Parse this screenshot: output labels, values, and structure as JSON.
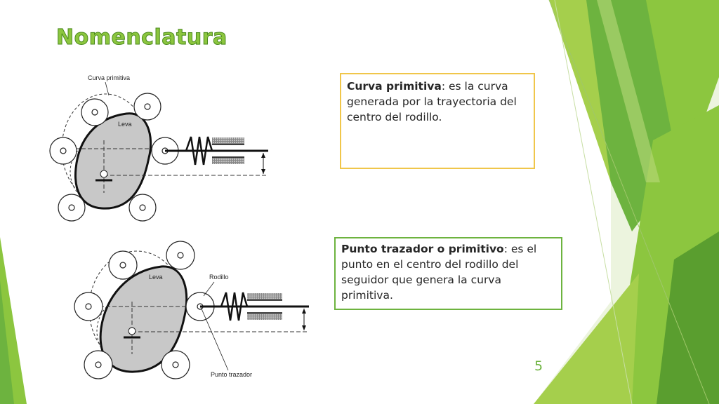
{
  "slide": {
    "title": "Nomenclatura",
    "page_number": "5"
  },
  "diagram_top": {
    "curve_label": "Curva primitiva",
    "cam_label": "Leva"
  },
  "diagram_bottom": {
    "cam_label": "Leva",
    "roller_label": "Rodillo",
    "trace_point_label": "Punto trazador"
  },
  "definitions": [
    {
      "term": "Curva primitiva",
      "text": ": es la curva generada por la trayectoria del centro del rodillo."
    },
    {
      "term": "Punto trazador o primitivo",
      "text": ": es el punto en el centro del rodillo del seguidor que genera la curva primitiva."
    }
  ],
  "colors": {
    "title_green": "#8cc63f",
    "box1_border": "#f0c64a",
    "box2_border": "#6db33f",
    "accent_greens": [
      "#8cc63f",
      "#6db33f",
      "#a5cf4c",
      "#5a9e2f"
    ]
  }
}
